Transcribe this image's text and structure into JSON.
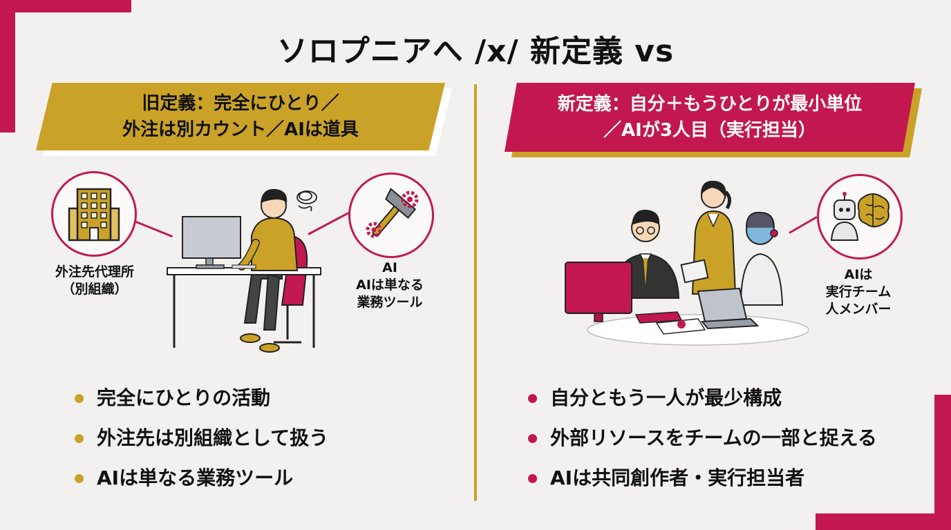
{
  "title": "ソロプニアへ /x/ 新定義 vs",
  "colors": {
    "accent_red": "#c2184f",
    "accent_gold": "#c9a227",
    "background": "#f2f1ef"
  },
  "left": {
    "banner_line1": "旧定義：完全にひとり／",
    "banner_line2": "外注は別カウント／AIは道具",
    "icon_left": {
      "icon": "office-building-icon",
      "label_line1": "外注先代理所",
      "label_line2": "（別組織）"
    },
    "icon_right": {
      "icon": "hammer-gears-icon",
      "label_line1": "AI",
      "label_line2": "AIは単なる",
      "label_line3": "業務ツール"
    },
    "bullets": [
      "完全にひとりの活動",
      "外注先は別組織として扱う",
      "AIは単なる業務ツール"
    ]
  },
  "right": {
    "banner_line1": "新定義：自分＋もうひとりが最小単位",
    "banner_line2": "／AIが3人目（実行担当）",
    "icon": {
      "icon": "robot-brain-icon",
      "label_line1": "AIは",
      "label_line2": "実行チーム",
      "label_line3": "人メンバー"
    },
    "bullets": [
      "自分ともう一人が最少構成",
      "外部リソースをチームの一部と捉える",
      "AIは共同創作者・実行担当者"
    ]
  }
}
